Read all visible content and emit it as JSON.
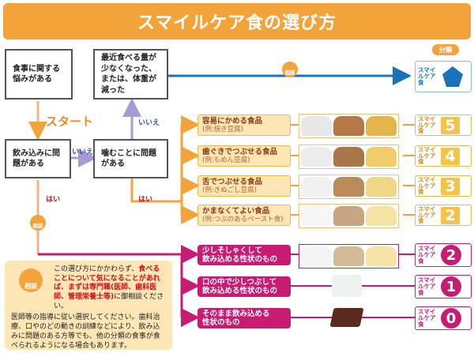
{
  "title": "スマイルケア食の選び方",
  "colors": {
    "orange": "#f2a33a",
    "blue": "#1a72b8",
    "pink": "#c81b72",
    "lavender": "#a89bd4",
    "yellow": "#f5c24a"
  },
  "flow": {
    "box_concern": "食事に関する悩みがある",
    "box_eating_less": "最近食べる量が少なくなった、または、体重が減った",
    "box_swallow": "飲み込みに問題がある",
    "box_chew": "噛むことに問題がある",
    "start": "スタート",
    "yes": "いいえ",
    "no": "はい",
    "consult": "相談"
  },
  "classification_label": "分類",
  "blue_badge": "スマイルケア食",
  "badge_text": "スマイルケア食",
  "chew_rows": [
    {
      "title": "容易にかめる食品",
      "example": "(例:焼き豆腐)",
      "number": "5",
      "icons": [
        "rice-bowl-icon",
        "stew-bowl-icon",
        "egg-roll-icon"
      ]
    },
    {
      "title": "歯ぐきでつぶせる食品",
      "example": "(例:もめん豆腐)",
      "number": "4",
      "icons": [
        "soft-rice-icon",
        "mashed-stew-icon",
        "omelette-icon"
      ]
    },
    {
      "title": "舌でつぶせる食品",
      "example": "(例:きぬごし豆腐)",
      "number": "3",
      "icons": [
        "porridge-icon",
        "soft-stew-icon",
        "scrambled-egg-icon"
      ]
    },
    {
      "title": "かまなくてよい食品",
      "example": "(例:つぶのあるペースト食)",
      "number": "2",
      "icons": [
        "paste-rice-icon",
        "paste-stew-icon",
        "pudding-icon"
      ]
    }
  ],
  "swallow_rows": [
    {
      "line1": "少しそしゃくして",
      "line2": "飲み込める性状のもの",
      "number": "2"
    },
    {
      "line1": "口の中で少しつぶして",
      "line2": "飲み込める性状のもの",
      "number": "1"
    },
    {
      "line1": "そのまま飲み込める",
      "line2": "性状のもの",
      "number": "0"
    }
  ],
  "note": {
    "p1_start": "この選び方にかかわらず、",
    "p1_red": "食べることについて気になることがあれば、まずは専門職(医師、歯科医師、管理栄養士等)",
    "p1_end": "に御相談ください。",
    "p2": "医師等の指導に従い選択してください。歯科治療、口やのどの動きの訓練などにより、飲み込みに問題のある方等でも、他の分類の食事が食べられるようになる場合もあります。"
  }
}
